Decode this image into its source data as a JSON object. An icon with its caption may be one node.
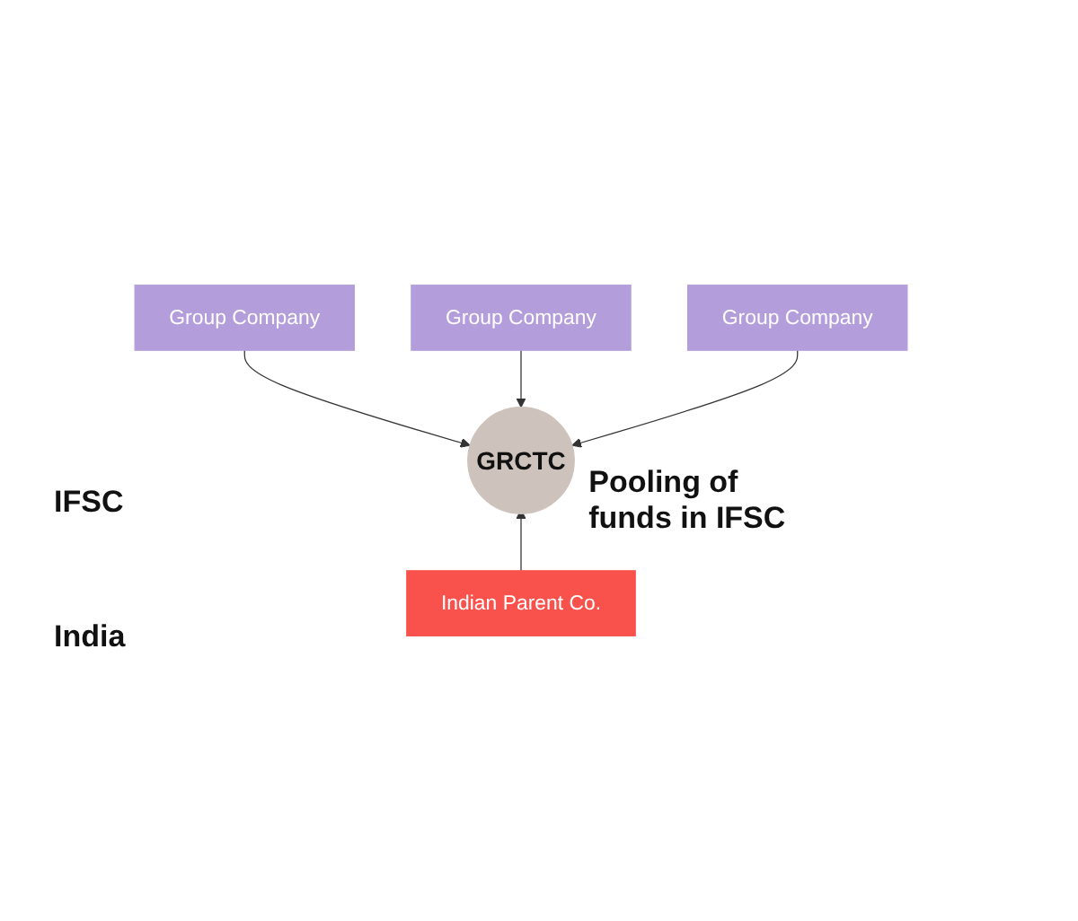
{
  "diagram": {
    "nodes": [
      {
        "text": [
          "Group Company"
        ]
      },
      {
        "text": [
          "Group Company"
        ]
      },
      {
        "text": [
          "Group Company"
        ]
      },
      {
        "text": [
          "GRCTC"
        ],
        "beside": [
          "Pooling of funds in IFSC"
        ]
      },
      {
        "text": [
          "Indian Parent Co."
        ]
      }
    ],
    "edges": [
      {
        "from": 0,
        "to": 3,
        "arrow": "to"
      },
      {
        "from": 1,
        "to": 3,
        "arrow": "to"
      },
      {
        "from": 2,
        "to": 3,
        "arrow": "to"
      },
      {
        "from": 4,
        "to": 3,
        "arrow": "to"
      }
    ],
    "labels": [
      "IFSC",
      "India"
    ]
  }
}
